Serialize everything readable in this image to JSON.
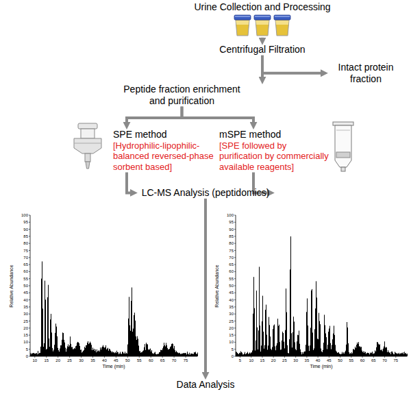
{
  "diagram": {
    "nodes": [
      {
        "text": [
          "Urine Collection and Processing"
        ]
      },
      {
        "text": [
          "Centrifugal Filtration"
        ]
      },
      {
        "text": [
          "Intact protein fraction"
        ]
      },
      {
        "text": [
          "Peptide fraction enrichment and purification"
        ]
      },
      {
        "text": [
          "SPE method",
          "[Hydrophilic-lipophilic-balanced reversed-phase sorbent based]"
        ]
      },
      {
        "text": [
          "mSPE method",
          "[SPE followed by purification by commercially available reagents]"
        ]
      },
      {
        "text": [
          "LC-MS Analysis (peptidomics)"
        ]
      },
      {
        "text": [
          "Data Analysis"
        ]
      }
    ],
    "edges": [
      {
        "from": 0,
        "to": 1,
        "arrow": "to"
      },
      {
        "from": 1,
        "to": 2,
        "arrow": "to"
      },
      {
        "from": 1,
        "to": 3,
        "arrow": "to"
      },
      {
        "from": 3,
        "to": 4,
        "arrow": "to"
      },
      {
        "from": 3,
        "to": 5,
        "arrow": "to"
      },
      {
        "from": 4,
        "to": 6,
        "arrow": "to"
      },
      {
        "from": 5,
        "to": 6,
        "arrow": "to"
      },
      {
        "from": 6,
        "to": 7,
        "arrow": "to"
      }
    ],
    "labels": [
      "Relative Abundance",
      "100",
      "95",
      "90",
      "85",
      "80",
      "75",
      "70",
      "65",
      "60",
      "55",
      "50",
      "45",
      "40",
      "35",
      "30",
      "25",
      "20",
      "15",
      "10",
      "5",
      "0",
      "10",
      "15",
      "20",
      "25",
      "30",
      "35",
      "40",
      "45",
      "50",
      "55",
      "60",
      "65",
      "70",
      "75",
      "Time (min)",
      "Relative Abundance",
      "100",
      "95",
      "90",
      "85",
      "80",
      "75",
      "70",
      "65",
      "60",
      "55",
      "50",
      "45",
      "40",
      "35",
      "30",
      "25",
      "20",
      "15",
      "10",
      "5",
      "0",
      "5",
      "10",
      "15",
      "20",
      "25",
      "30",
      "35",
      "40",
      "45",
      "50",
      "55",
      "60",
      "65",
      "70",
      "75",
      "Time (min)"
    ]
  }
}
